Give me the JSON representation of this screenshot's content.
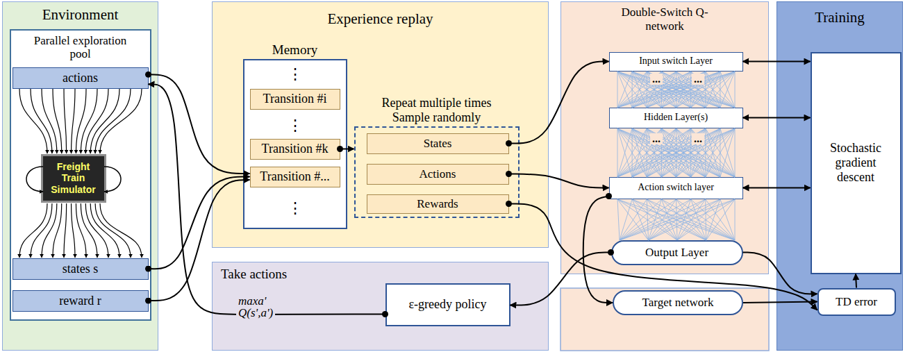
{
  "diagram": {
    "nodes": [
      {
        "text": [
          "Environment"
        ]
      },
      {
        "text": [
          "Parallel exploration pool"
        ],
        "in": 0
      },
      {
        "text": [
          "actions"
        ],
        "in": 1
      },
      {
        "text": [
          "Freight Train Simulator"
        ],
        "in": 1
      },
      {
        "text": [
          "states s"
        ],
        "in": 1
      },
      {
        "text": [
          "reward r"
        ],
        "in": 1
      },
      {
        "text": [
          "Experience replay"
        ]
      },
      {
        "text": [
          "Memory"
        ],
        "in": 6
      },
      {
        "text": [
          "Transition #i"
        ],
        "in": 7
      },
      {
        "text": [
          "Transition #k"
        ],
        "in": 7
      },
      {
        "text": [
          "Transition #..."
        ],
        "in": 7
      },
      {
        "text": [
          "Repeat multiple times Sample randomly"
        ],
        "in": 6
      },
      {
        "text": [
          "States"
        ],
        "in": 11
      },
      {
        "text": [
          "Actions"
        ],
        "in": 11
      },
      {
        "text": [
          "Rewards"
        ],
        "in": 11
      },
      {
        "text": [
          "Take actions"
        ]
      },
      {
        "text": [
          "ε-greedy policy"
        ],
        "in": 15
      },
      {
        "text": [
          "Double-Switch Q-network"
        ]
      },
      {
        "text": [
          "Input switch Layer"
        ],
        "in": 17
      },
      {
        "text": [
          "Hidden Layer(s)"
        ],
        "in": 17
      },
      {
        "text": [
          "Action switch layer"
        ],
        "in": 17
      },
      {
        "text": [
          "Output Layer"
        ],
        "in": 17
      },
      {
        "text": [
          "Target network"
        ]
      },
      {
        "text": [
          "Training"
        ]
      },
      {
        "text": [
          "Stochastic gradient descent"
        ],
        "in": 23
      },
      {
        "text": [
          "TD error"
        ],
        "in": 23
      }
    ],
    "edges": [
      {
        "from": 16,
        "to": 2,
        "label": "maxa' Q(s',a')",
        "arrow": "to"
      },
      {
        "from": 2,
        "to": 10,
        "arrow": "to"
      },
      {
        "from": 4,
        "to": 10,
        "arrow": "to"
      },
      {
        "from": 5,
        "to": 10,
        "arrow": "to"
      },
      {
        "from": 9,
        "to": 11,
        "arrow": "to"
      },
      {
        "from": 12,
        "to": 18,
        "arrow": "to"
      },
      {
        "from": 13,
        "to": 20,
        "arrow": "to"
      },
      {
        "from": 14,
        "to": 25,
        "arrow": "to"
      },
      {
        "from": 21,
        "to": 16,
        "arrow": "to"
      },
      {
        "from": 21,
        "to": 25,
        "arrow": "to"
      },
      {
        "from": 22,
        "to": 25,
        "arrow": "to"
      },
      {
        "from": 20,
        "to": 22,
        "arrow": "to"
      },
      {
        "from": 25,
        "to": 24,
        "arrow": "to"
      },
      {
        "from": 24,
        "to": 18,
        "arrow": "both"
      },
      {
        "from": 24,
        "to": 19,
        "arrow": "both"
      },
      {
        "from": 24,
        "to": 20,
        "arrow": "both"
      }
    ],
    "labels": [
      "⋮",
      "⋮",
      "⋮",
      "...",
      "...",
      "...",
      "..."
    ]
  }
}
